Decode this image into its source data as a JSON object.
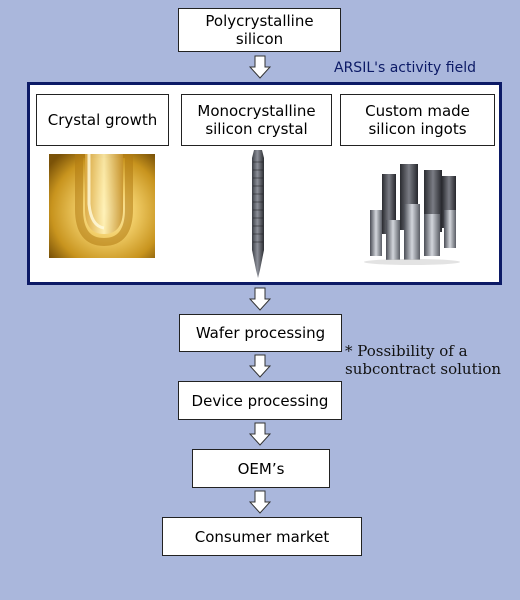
{
  "top": {
    "polycrystalline_line1": "Polycrystalline",
    "polycrystalline_line2": "silicon"
  },
  "activity": {
    "title": "ARSIL's activity field",
    "crystal_growth": "Crystal growth",
    "monocrystalline_line1": "Monocrystalline",
    "monocrystalline_line2": "silicon crystal",
    "custom_line1": "Custom made",
    "custom_line2": "silicon ingots"
  },
  "steps": {
    "wafer": "Wafer processing",
    "device": "Device processing",
    "oem": "OEM’s",
    "consumer": "Consumer market"
  },
  "note": {
    "text": "* Possibility of a\nsubcontract solution"
  },
  "colors": {
    "background": "#aab7dc",
    "frame": "#0c1a66"
  }
}
